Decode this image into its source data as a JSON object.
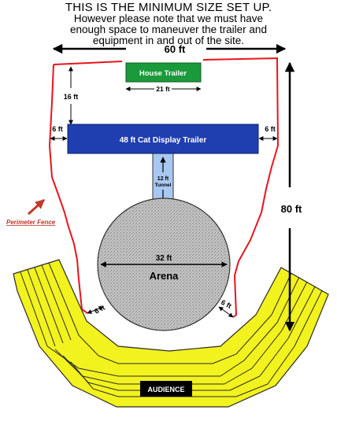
{
  "header": {
    "line1": "THIS IS THE MINIMUM SIZE SET UP.",
    "line2": "However please note that we must have",
    "line3": "enough space to maneuver the trailer and",
    "line4": "equipment in and out of the site."
  },
  "dimensions": {
    "width": "60 ft",
    "depth": "80 ft",
    "house_trailer_width": "21 ft",
    "trailer_gap": "16 ft",
    "side_left": "6 ft",
    "side_right": "6 ft",
    "tunnel_length": "12 ft",
    "tunnel_label": "Tunnel",
    "arena_diameter": "32 ft",
    "arena_gap_left": "6 ft",
    "arena_gap_right": "6 ft"
  },
  "labels": {
    "house_trailer": "House Trailer",
    "display_trailer": "48 ft Cat Display Trailer",
    "arena": "Arena",
    "perimeter_fence": "Perimeter Fence",
    "audience": "AUDIENCE"
  },
  "colors": {
    "fence": "#e8141c",
    "house_trailer": "#1a9a3a",
    "display_trailer": "#1f3fb0",
    "tunnel": "#a9c8f0",
    "arena": "#c4c4c4",
    "seating": "#f2f21e",
    "audience_box": "#000000"
  }
}
